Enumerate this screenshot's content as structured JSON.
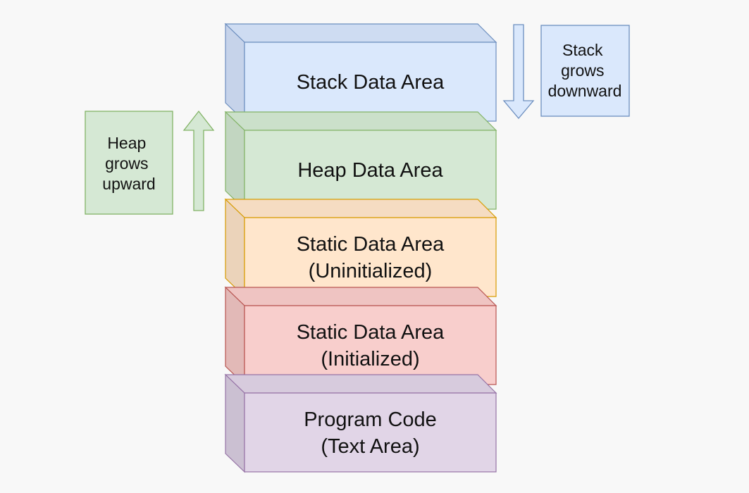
{
  "memory_layout": {
    "blocks": [
      {
        "id": "stack",
        "lines": [
          "Stack Data Area"
        ],
        "colors": {
          "front": "#dae8fc",
          "side": "#c6d3ea",
          "top": "#cedcf2",
          "stroke": "#6c8ebf"
        }
      },
      {
        "id": "heap",
        "lines": [
          "Heap Data Area"
        ],
        "colors": {
          "front": "#d5e8d4",
          "side": "#c2d6c1",
          "top": "#cbe0ca",
          "stroke": "#82b366"
        }
      },
      {
        "id": "static-uninitialized",
        "lines": [
          "Static Data Area",
          "(Uninitialized)"
        ],
        "colors": {
          "front": "#ffe6cc",
          "side": "#ebd3ba",
          "top": "#f5dcc2",
          "stroke": "#d79b00"
        }
      },
      {
        "id": "static-initialized",
        "lines": [
          "Static Data Area",
          "(Initialized)"
        ],
        "colors": {
          "front": "#f8cecc",
          "side": "#e2b9b7",
          "top": "#efc4c2",
          "stroke": "#b85450"
        }
      },
      {
        "id": "program-code",
        "lines": [
          "Program Code",
          "(Text Area)"
        ],
        "colors": {
          "front": "#e1d5e7",
          "side": "#cbc0d2",
          "top": "#d7cbdd",
          "stroke": "#9673a6"
        }
      }
    ]
  },
  "heap_note": {
    "lines": [
      "Heap",
      "grows",
      "upward"
    ],
    "colors": {
      "fill": "#d5e8d4",
      "stroke": "#82b366",
      "arrow_fill": "#d5e8d4",
      "arrow_stroke": "#82b366"
    }
  },
  "stack_note": {
    "lines": [
      "Stack",
      "grows",
      "downward"
    ],
    "colors": {
      "fill": "#dae8fc",
      "stroke": "#6c8ebf",
      "arrow_fill": "#dae8fc",
      "arrow_stroke": "#6c8ebf"
    }
  }
}
